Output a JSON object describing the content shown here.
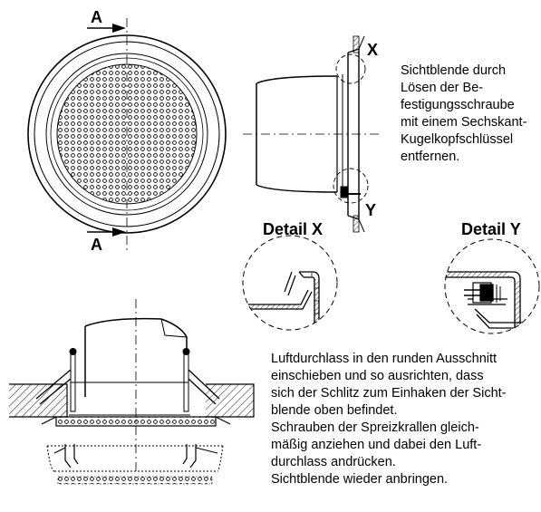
{
  "labels": {
    "section_a_top": "A",
    "section_a_bottom": "A",
    "marker_x": "X",
    "marker_y": "Y",
    "detail_x": "Detail X",
    "detail_y": "Detail Y"
  },
  "instructions": {
    "removal_lines": [
      "Sichtblende durch",
      "Lösen der Be-",
      "festigungsschraube",
      "mit einem Sechskant-",
      "Kugelkopfschlüssel",
      "entfernen."
    ],
    "installation_lines": [
      "Luftdurchlass in den runden Ausschnitt",
      "einschieben und so ausrichten, dass",
      "sich der Schlitz zum Einhaken der Sicht-",
      "blende oben befindet.",
      "Schrauben der Spreizkrallen gleich-",
      "mäßig anziehen und dabei den Luft-",
      "durchlass andrücken.",
      "Sichtblende wieder anbringen."
    ]
  },
  "colors": {
    "line": "#000000",
    "hatch": "#000000",
    "background": "#ffffff"
  }
}
